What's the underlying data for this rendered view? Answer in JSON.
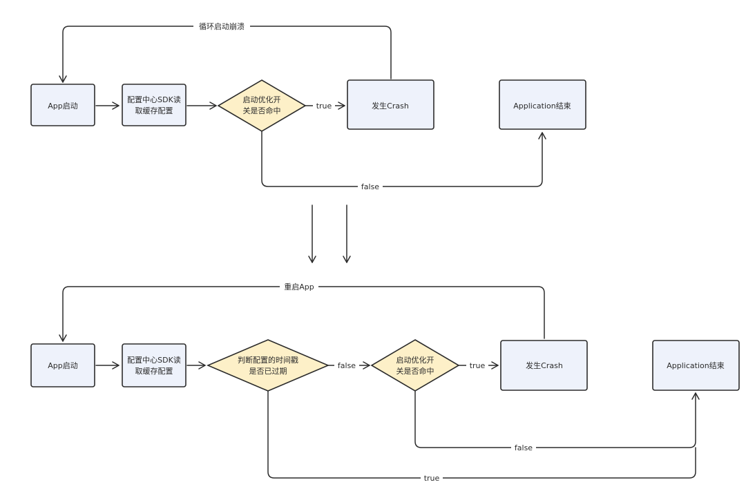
{
  "top_flow": {
    "nodes": {
      "app_start": "App启动",
      "config_read": [
        "配置中心SDK读",
        "取缓存配置"
      ],
      "hit_switch": [
        "启动优化开",
        "关是否命中"
      ],
      "crash": "发生Crash",
      "app_end": "Application结束"
    },
    "edges": {
      "loop_label": "循环启动崩溃",
      "true_label": "true",
      "false_label": "false"
    }
  },
  "bottom_flow": {
    "nodes": {
      "app_start": "App启动",
      "config_read": [
        "配置中心SDK读",
        "取缓存配置"
      ],
      "expired_check": [
        "判断配置的时间戳",
        "是否已过期"
      ],
      "hit_switch": [
        "启动优化开",
        "关是否命中"
      ],
      "crash": "发生Crash",
      "app_end": "Application结束"
    },
    "edges": {
      "restart_label": "重启App",
      "expired_false_label": "false",
      "switch_true_label": "true",
      "switch_false_label": "false",
      "expired_true_label": "true"
    }
  },
  "colors": {
    "process_fill": "#eef2fb",
    "decision_fill": "#fdf0c8",
    "stroke": "#2b2b2b"
  }
}
